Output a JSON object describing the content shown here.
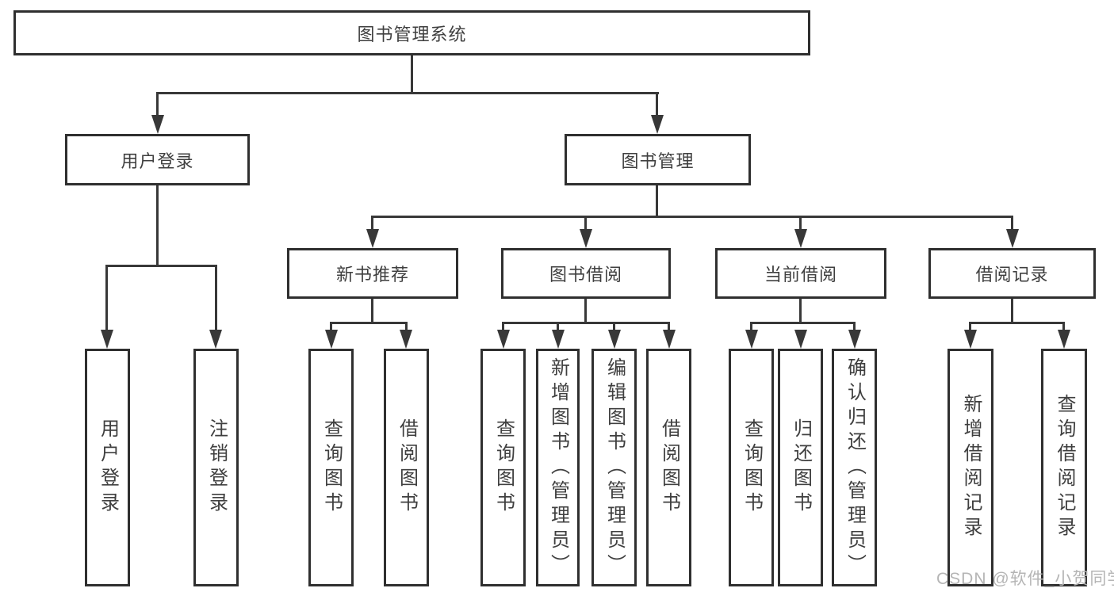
{
  "tree": {
    "root": "图书管理系统",
    "branches": [
      {
        "label": "用户登录",
        "children": [
          {
            "label": "用户登录"
          },
          {
            "label": "注销登录"
          }
        ]
      },
      {
        "label": "图书管理",
        "children": [
          {
            "label": "新书推荐",
            "children": [
              {
                "label": "查询图书"
              },
              {
                "label": "借阅图书"
              }
            ]
          },
          {
            "label": "图书借阅",
            "children": [
              {
                "label": "查询图书"
              },
              {
                "label": "新增图书（管理员）"
              },
              {
                "label": "编辑图书（管理员）"
              },
              {
                "label": "借阅图书"
              }
            ]
          },
          {
            "label": "当前借阅",
            "children": [
              {
                "label": "查询图书"
              },
              {
                "label": "归还图书"
              },
              {
                "label": "确认归还（管理员）"
              }
            ]
          },
          {
            "label": "借阅记录",
            "children": [
              {
                "label": "新增借阅记录"
              },
              {
                "label": "查询借阅记录"
              }
            ]
          }
        ]
      }
    ]
  },
  "watermark": {
    "text": "CSDN @软件_小贺同学"
  },
  "colors": {
    "box_border": "#2f2f2f",
    "connector": "#383838",
    "text": "#3f3f3f",
    "watermark": "#b5b5b5",
    "background": "#ffffff"
  }
}
